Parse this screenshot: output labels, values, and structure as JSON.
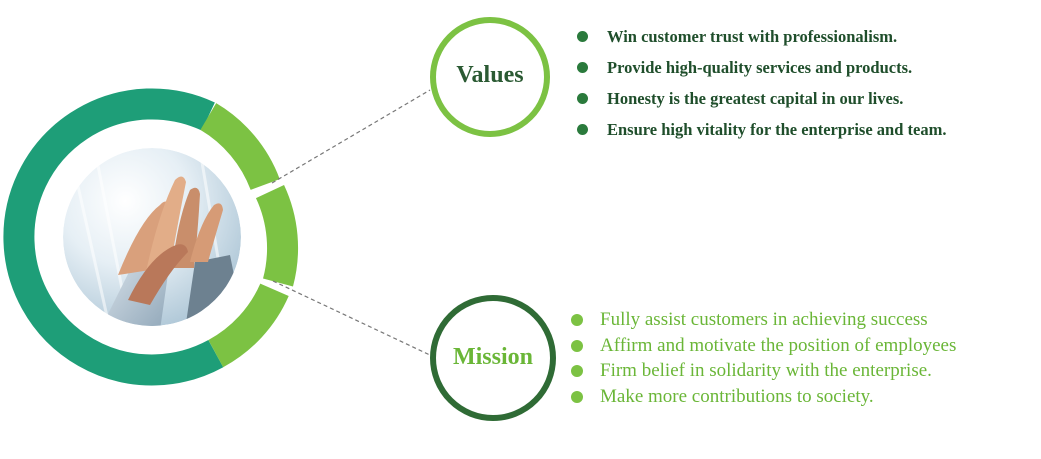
{
  "values": {
    "title": "Values",
    "points": [
      "Win customer trust with professionalism.",
      "Provide high-quality services and products.",
      "Honesty is the greatest capital in our lives.",
      "Ensure high vitality for the enterprise and team."
    ]
  },
  "mission": {
    "title": "Mission",
    "points": [
      "Fully assist customers in achieving success",
      "Affirm and motivate the position of employees",
      "Firm belief in solidarity with the enterprise.",
      "Make more contributions to society."
    ]
  },
  "colors": {
    "teal": "#1e9e78",
    "light_green": "#7cc243",
    "dark_green": "#2f6b35",
    "values_text": "#1f4e2b",
    "mission_text": "#6ab637"
  }
}
